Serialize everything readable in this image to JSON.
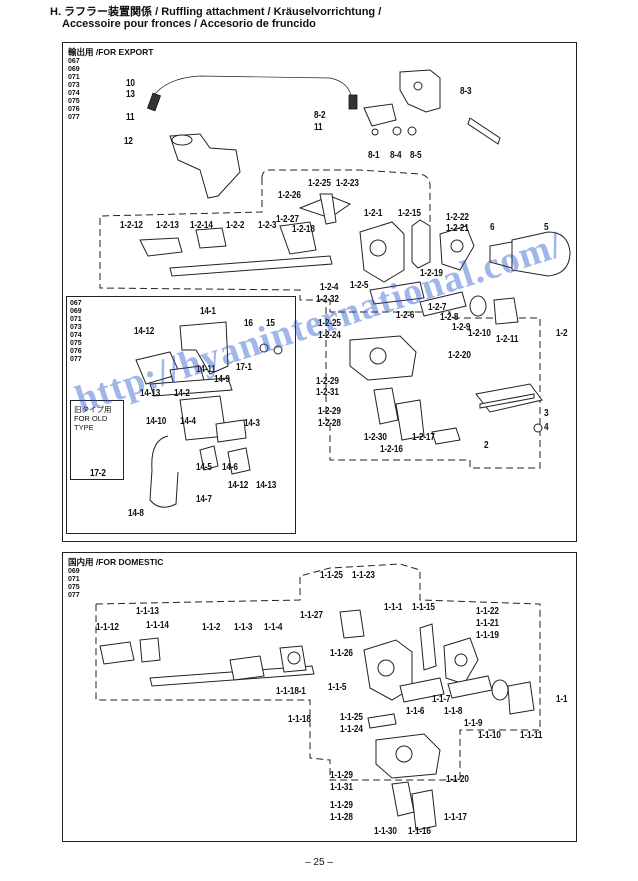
{
  "header": {
    "line1": "H. ラフラー装置関係 / Ruffling attachment / Kräuselvorrichtung /",
    "line2": "Accessoire pour fronces / Accesorio de fruncido"
  },
  "export_section": {
    "title": "輸出用 /FOR EXPORT",
    "models": [
      "067",
      "069",
      "071",
      "073",
      "074",
      "075",
      "076",
      "077"
    ]
  },
  "sub_section": {
    "models": [
      "067",
      "069",
      "071",
      "073",
      "074",
      "075",
      "076",
      "077"
    ],
    "old_type_label": [
      "旧タイプ用",
      "FOR OLD",
      "TYPE"
    ]
  },
  "domestic_section": {
    "title": "国内用 /FOR DOMESTIC",
    "models": [
      "069",
      "071",
      "075",
      "077"
    ]
  },
  "labels_export": [
    "10",
    "13",
    "11",
    "12",
    "8-3",
    "8-2",
    "11",
    "8-1",
    "8-4",
    "8-5",
    "1-2-25",
    "1-2-23",
    "1-2-26",
    "1-2-27",
    "1-2-18",
    "1-2-1",
    "1-2-15",
    "1-2-22",
    "1-2-21",
    "6",
    "5",
    "1-2-12",
    "1-2-13",
    "1-2-14",
    "1-2-2",
    "1-2-3",
    "1-2-19",
    "1-2-5",
    "1-2-4",
    "1-2-32",
    "1-2-7",
    "1-2-8",
    "1-2-9",
    "1-2-10",
    "1-2-11",
    "1-2",
    "1-2-6",
    "1-2-25",
    "1-2-24",
    "1-2-20",
    "1-2-29",
    "1-2-31",
    "1-2-29",
    "1-2-28",
    "1-2-30",
    "1-2-16",
    "1-2-17",
    "2",
    "3",
    "4"
  ],
  "labels_sub": [
    "14-1",
    "16",
    "15",
    "14-12",
    "17-1",
    "14-11",
    "14-9",
    "14-2",
    "14-13",
    "14-10",
    "14-4",
    "14-3",
    "14-5",
    "14-6",
    "14-12",
    "14-13",
    "14-7",
    "14-8",
    "17-2"
  ],
  "labels_domestic": [
    "1-1-25",
    "1-1-23",
    "1-1-13",
    "1-1-27",
    "1-1-1",
    "1-1-15",
    "1-1-22",
    "1-1-21",
    "1-1-19",
    "1-1-12",
    "1-1-14",
    "1-1-2",
    "1-1-3",
    "1-1-4",
    "1-1-26",
    "1-1-18-1",
    "1-1-5",
    "1-1-7",
    "1-1-8",
    "1-1",
    "1-1-18",
    "1-1-6",
    "1-1-9",
    "1-1-10",
    "1-1-11",
    "1-1-25",
    "1-1-24",
    "1-1-29",
    "1-1-31",
    "1-1-20",
    "1-1-29",
    "1-1-28",
    "1-1-30",
    "1-1-16",
    "1-1-17"
  ],
  "watermark": "http://hyaninternational.com/",
  "page_number": "– 25 –"
}
